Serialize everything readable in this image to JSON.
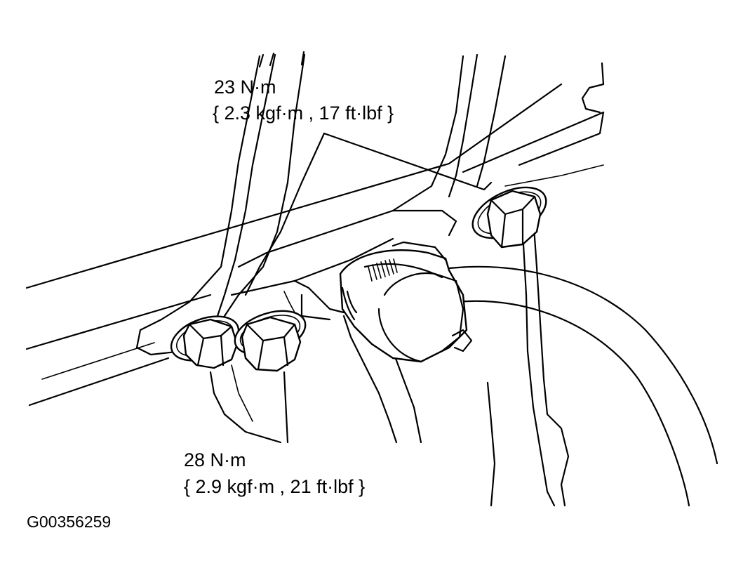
{
  "figure": {
    "id": "G00356259"
  },
  "torque_upper": {
    "value": "23 N·m",
    "conversion": "{ 2.3 kgf·m , 17 ft·lbf }"
  },
  "torque_lower": {
    "value": "28 N·m",
    "conversion": "{ 2.9 kgf·m , 21 ft·lbf }"
  }
}
